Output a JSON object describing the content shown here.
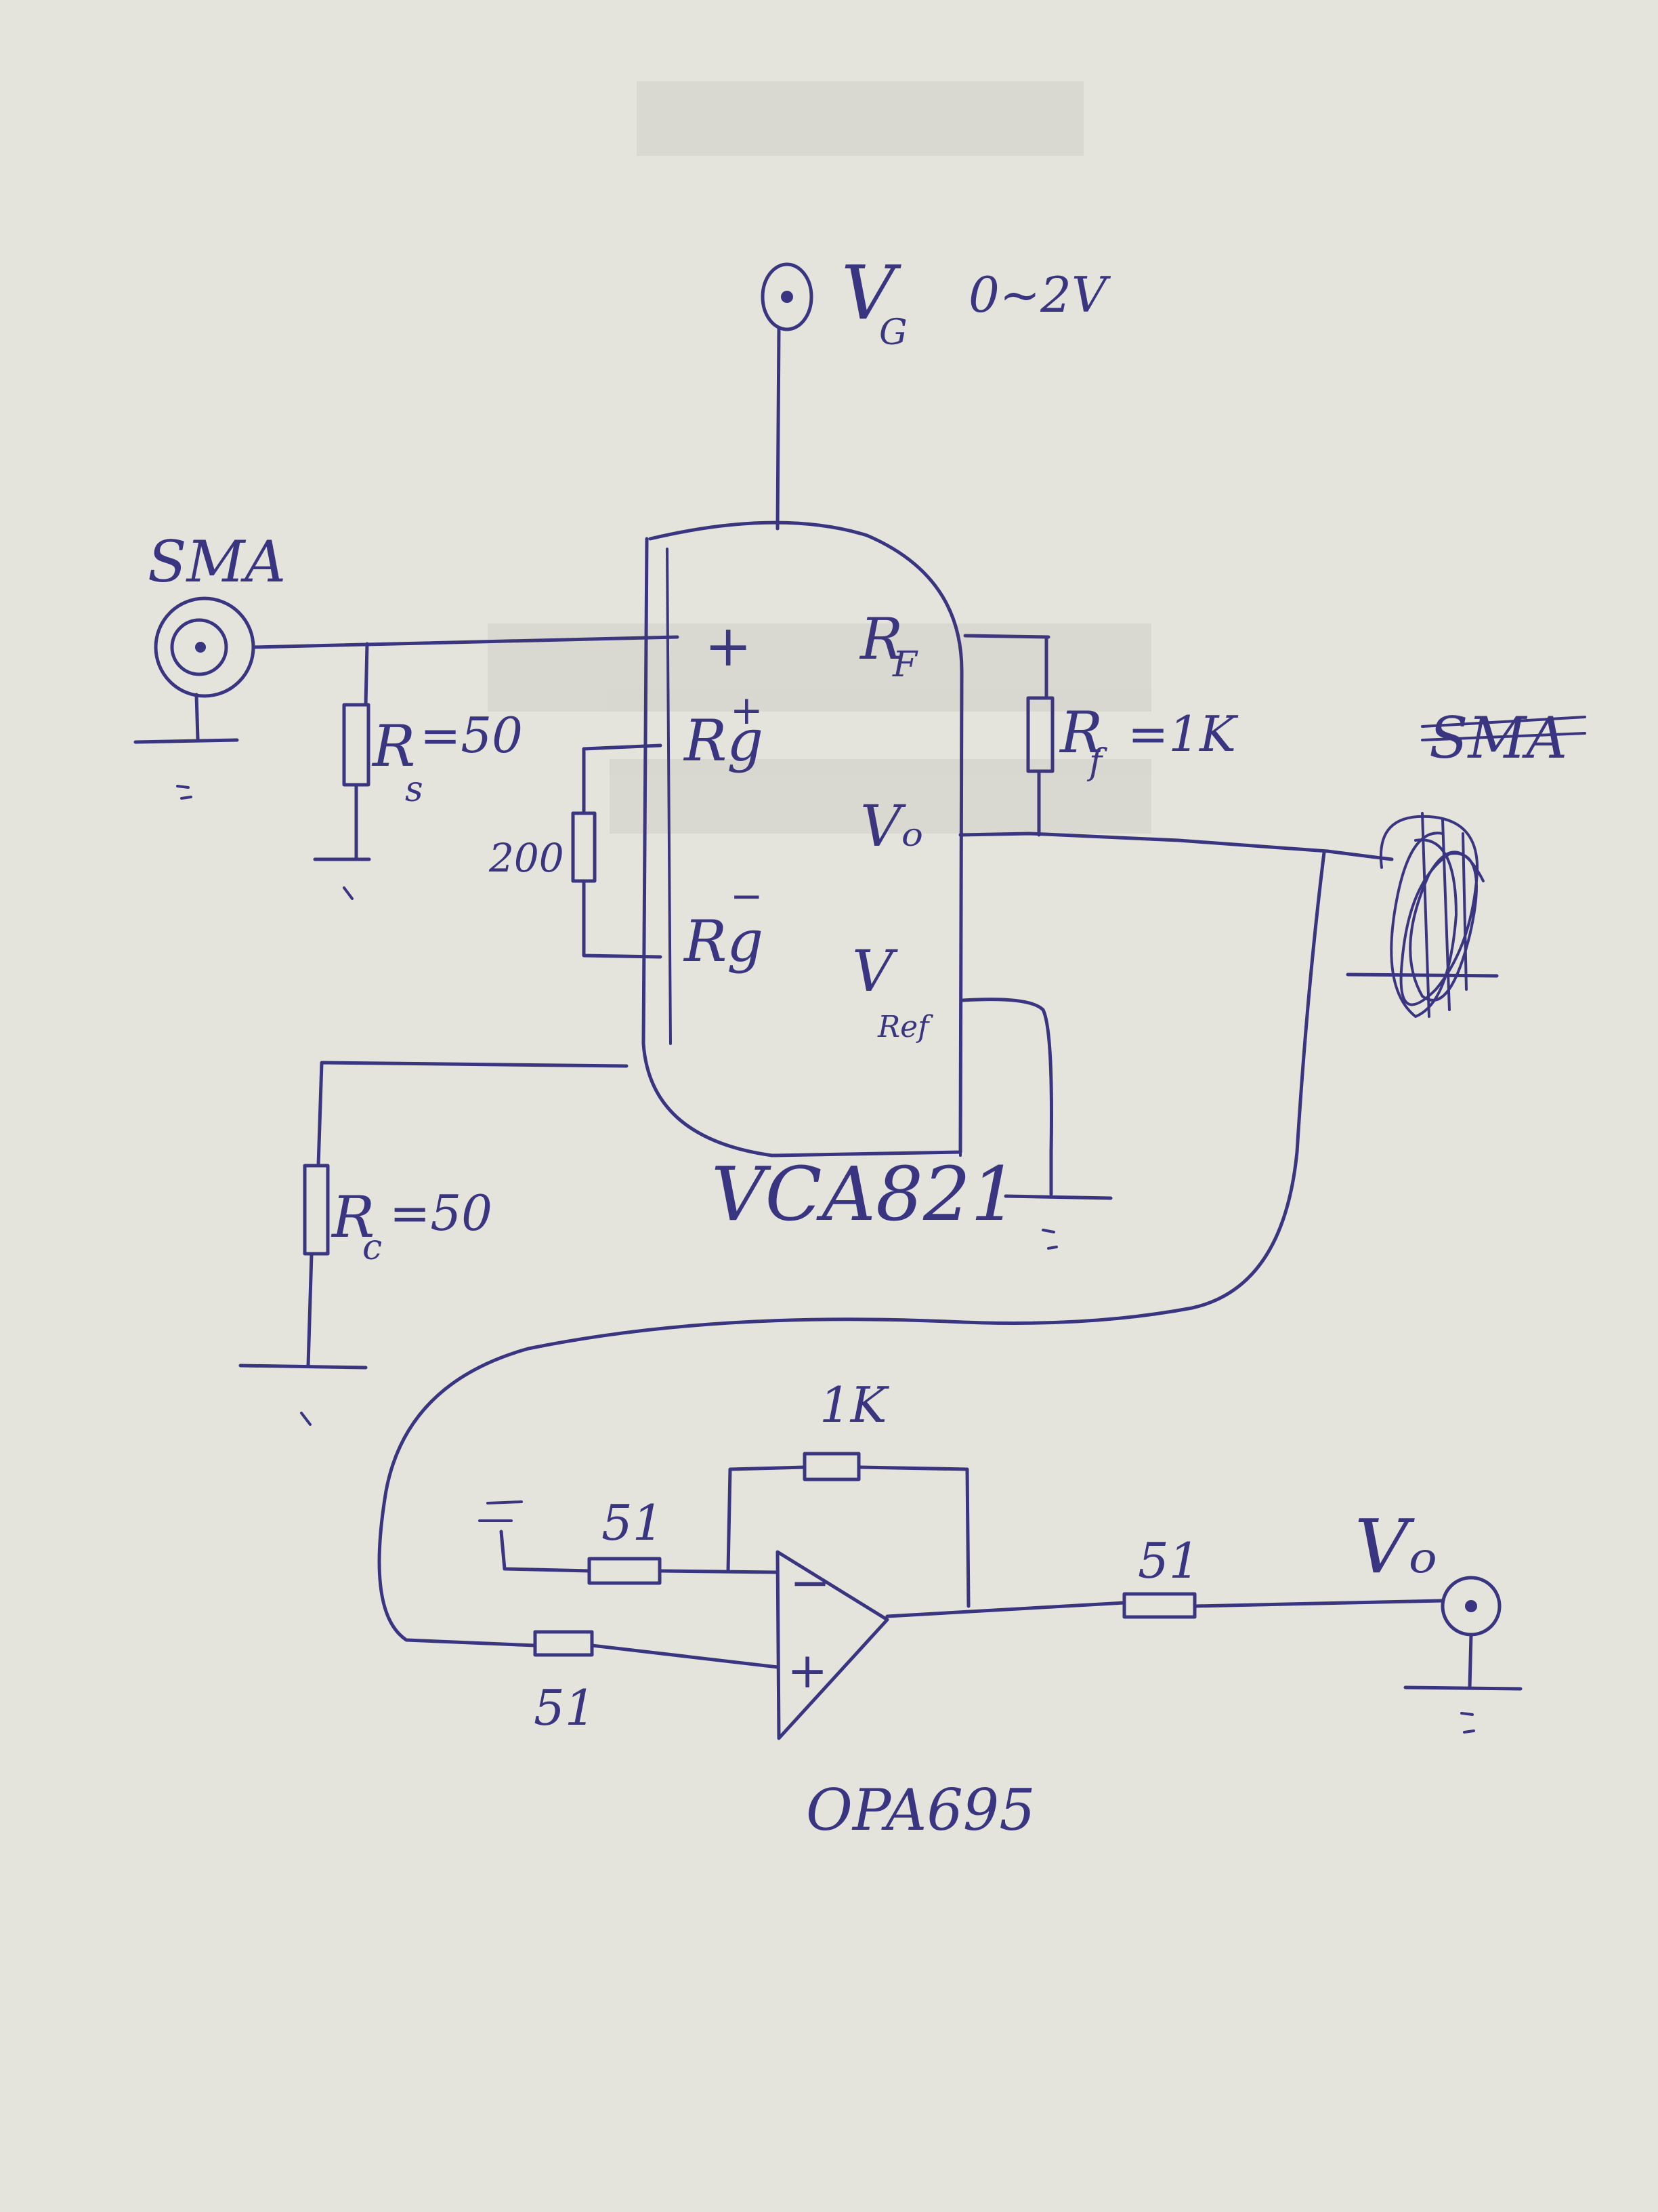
{
  "colors": {
    "paper": "#e4e3dc",
    "ink": "#3a3580"
  },
  "labels": {
    "vg": "V",
    "vg_sub": "G",
    "vg_range": "0~2V",
    "sma_in": "SMA",
    "sma_out_struck": "SMA",
    "plus_in": "+",
    "rf_pin": "R",
    "rf_pin_sub": "F",
    "rg_plus": "Rg",
    "rg_plus_sign": "+",
    "rg_minus": "Rg",
    "rg_minus_sign": "−",
    "vo_pin": "Vₒ",
    "vref_pin": "V",
    "vref_pin_sub": "Ref",
    "rs": "R",
    "rs_sub": "s",
    "rs_value": "=50",
    "rg_value": "200",
    "rf_ext": "R",
    "rf_ext_sub": "f",
    "rf_ext_value": "=1K",
    "rc": "R",
    "rc_sub": "c",
    "rc_value": "=50",
    "chip1": "VCA821",
    "fb_resistor": "1K",
    "in_minus_resistor": "51",
    "in_plus_resistor": "51",
    "out_resistor": "51",
    "vout": "Vₒ",
    "opamp_minus": "−",
    "opamp_plus": "+",
    "chip2": "OPA695"
  }
}
